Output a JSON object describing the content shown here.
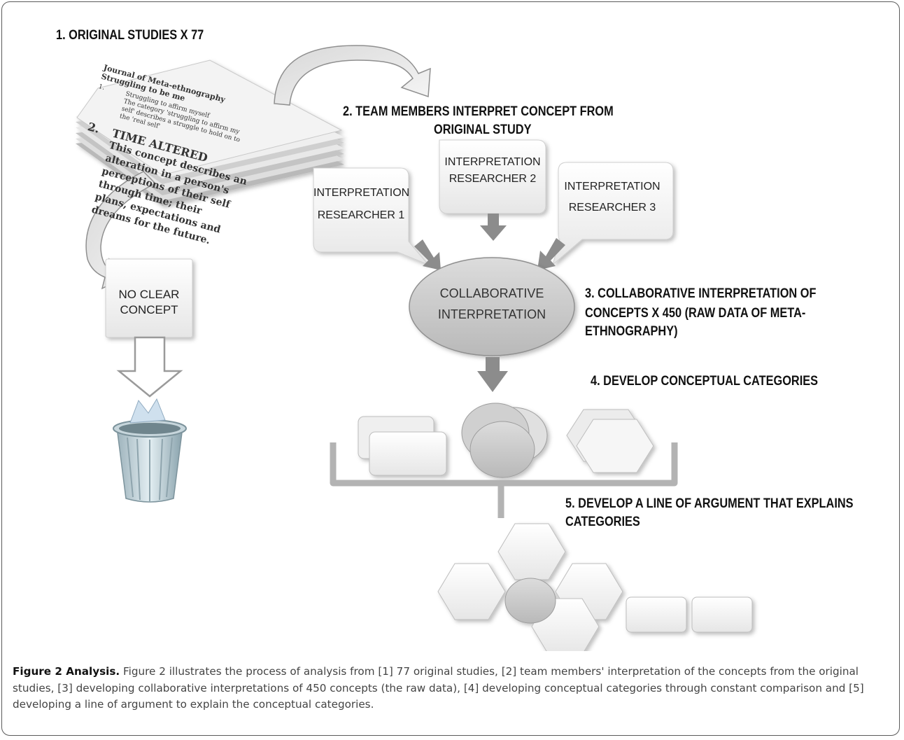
{
  "diagram": {
    "steps": {
      "step1": "1. ORIGINAL STUDIES X 77",
      "step2_line1": "2. TEAM MEMBERS INTERPRET CONCEPT FROM",
      "step2_line2": "ORIGINAL STUDY",
      "step3_line1": "3. COLLABORATIVE INTERPRETATION OF",
      "step3_line2": "CONCEPTS X 450 (RAW DATA OF META-",
      "step3_line3": "ETHNOGRAPHY)",
      "step4": "4. DEVELOP CONCEPTUAL CATEGORIES",
      "step5_line1": "5. DEVELOP A LINE OF ARGUMENT THAT EXPLAINS",
      "step5_line2": "CATEGORIES"
    },
    "boxes": {
      "researcher1_line1": "INTERPRETATION",
      "researcher1_line2": "RESEARCHER 1",
      "researcher2_line1": "INTERPRETATION",
      "researcher2_line2": "RESEARCHER 2",
      "researcher3_line1": "INTERPRETATION",
      "researcher3_line2": "RESEARCHER 3",
      "collab_line1": "COLLABORATIVE",
      "collab_line2": "INTERPRETATION",
      "no_concept_line1": "NO CLEAR",
      "no_concept_line2": "CONCEPT"
    },
    "document": {
      "journal_line1": "Journal of Meta-ethnography",
      "journal_line2": "Struggling to be me",
      "item1_num": "1.",
      "item1_line1": "Struggling to affirm myself",
      "item1_line2": "The category 'struggling to affirm my",
      "item1_line3": "self' describes a struggle to hold on to",
      "item1_line4": "the 'real self'",
      "item2_num": "2.",
      "item2_title": "TIME ALTERED",
      "item2_line1": "This concept describes an",
      "item2_line2": "alteration in a person's",
      "item2_line3": "perceptions of their self",
      "item2_line4": "through time; their",
      "item2_line5": "plans, expectations and",
      "item2_line6": "dreams for the future."
    }
  },
  "caption": {
    "label": "Figure 2 Analysis.",
    "text": " Figure 2 illustrates the process of analysis from [1] 77 original studies, [2] team members' interpretation of the concepts from the original studies, [3] developing collaborative interpretations of 450 concepts (the raw data), [4] developing conceptual categories through constant comparison and [5] developing a line of argument to explain the conceptual categories."
  },
  "colors": {
    "box_fill": "#f4f4f4",
    "arrow_gray": "#8c8c8c",
    "ellipse_fill": "#c8c8c8",
    "frame_border": "#5a5a5a"
  }
}
